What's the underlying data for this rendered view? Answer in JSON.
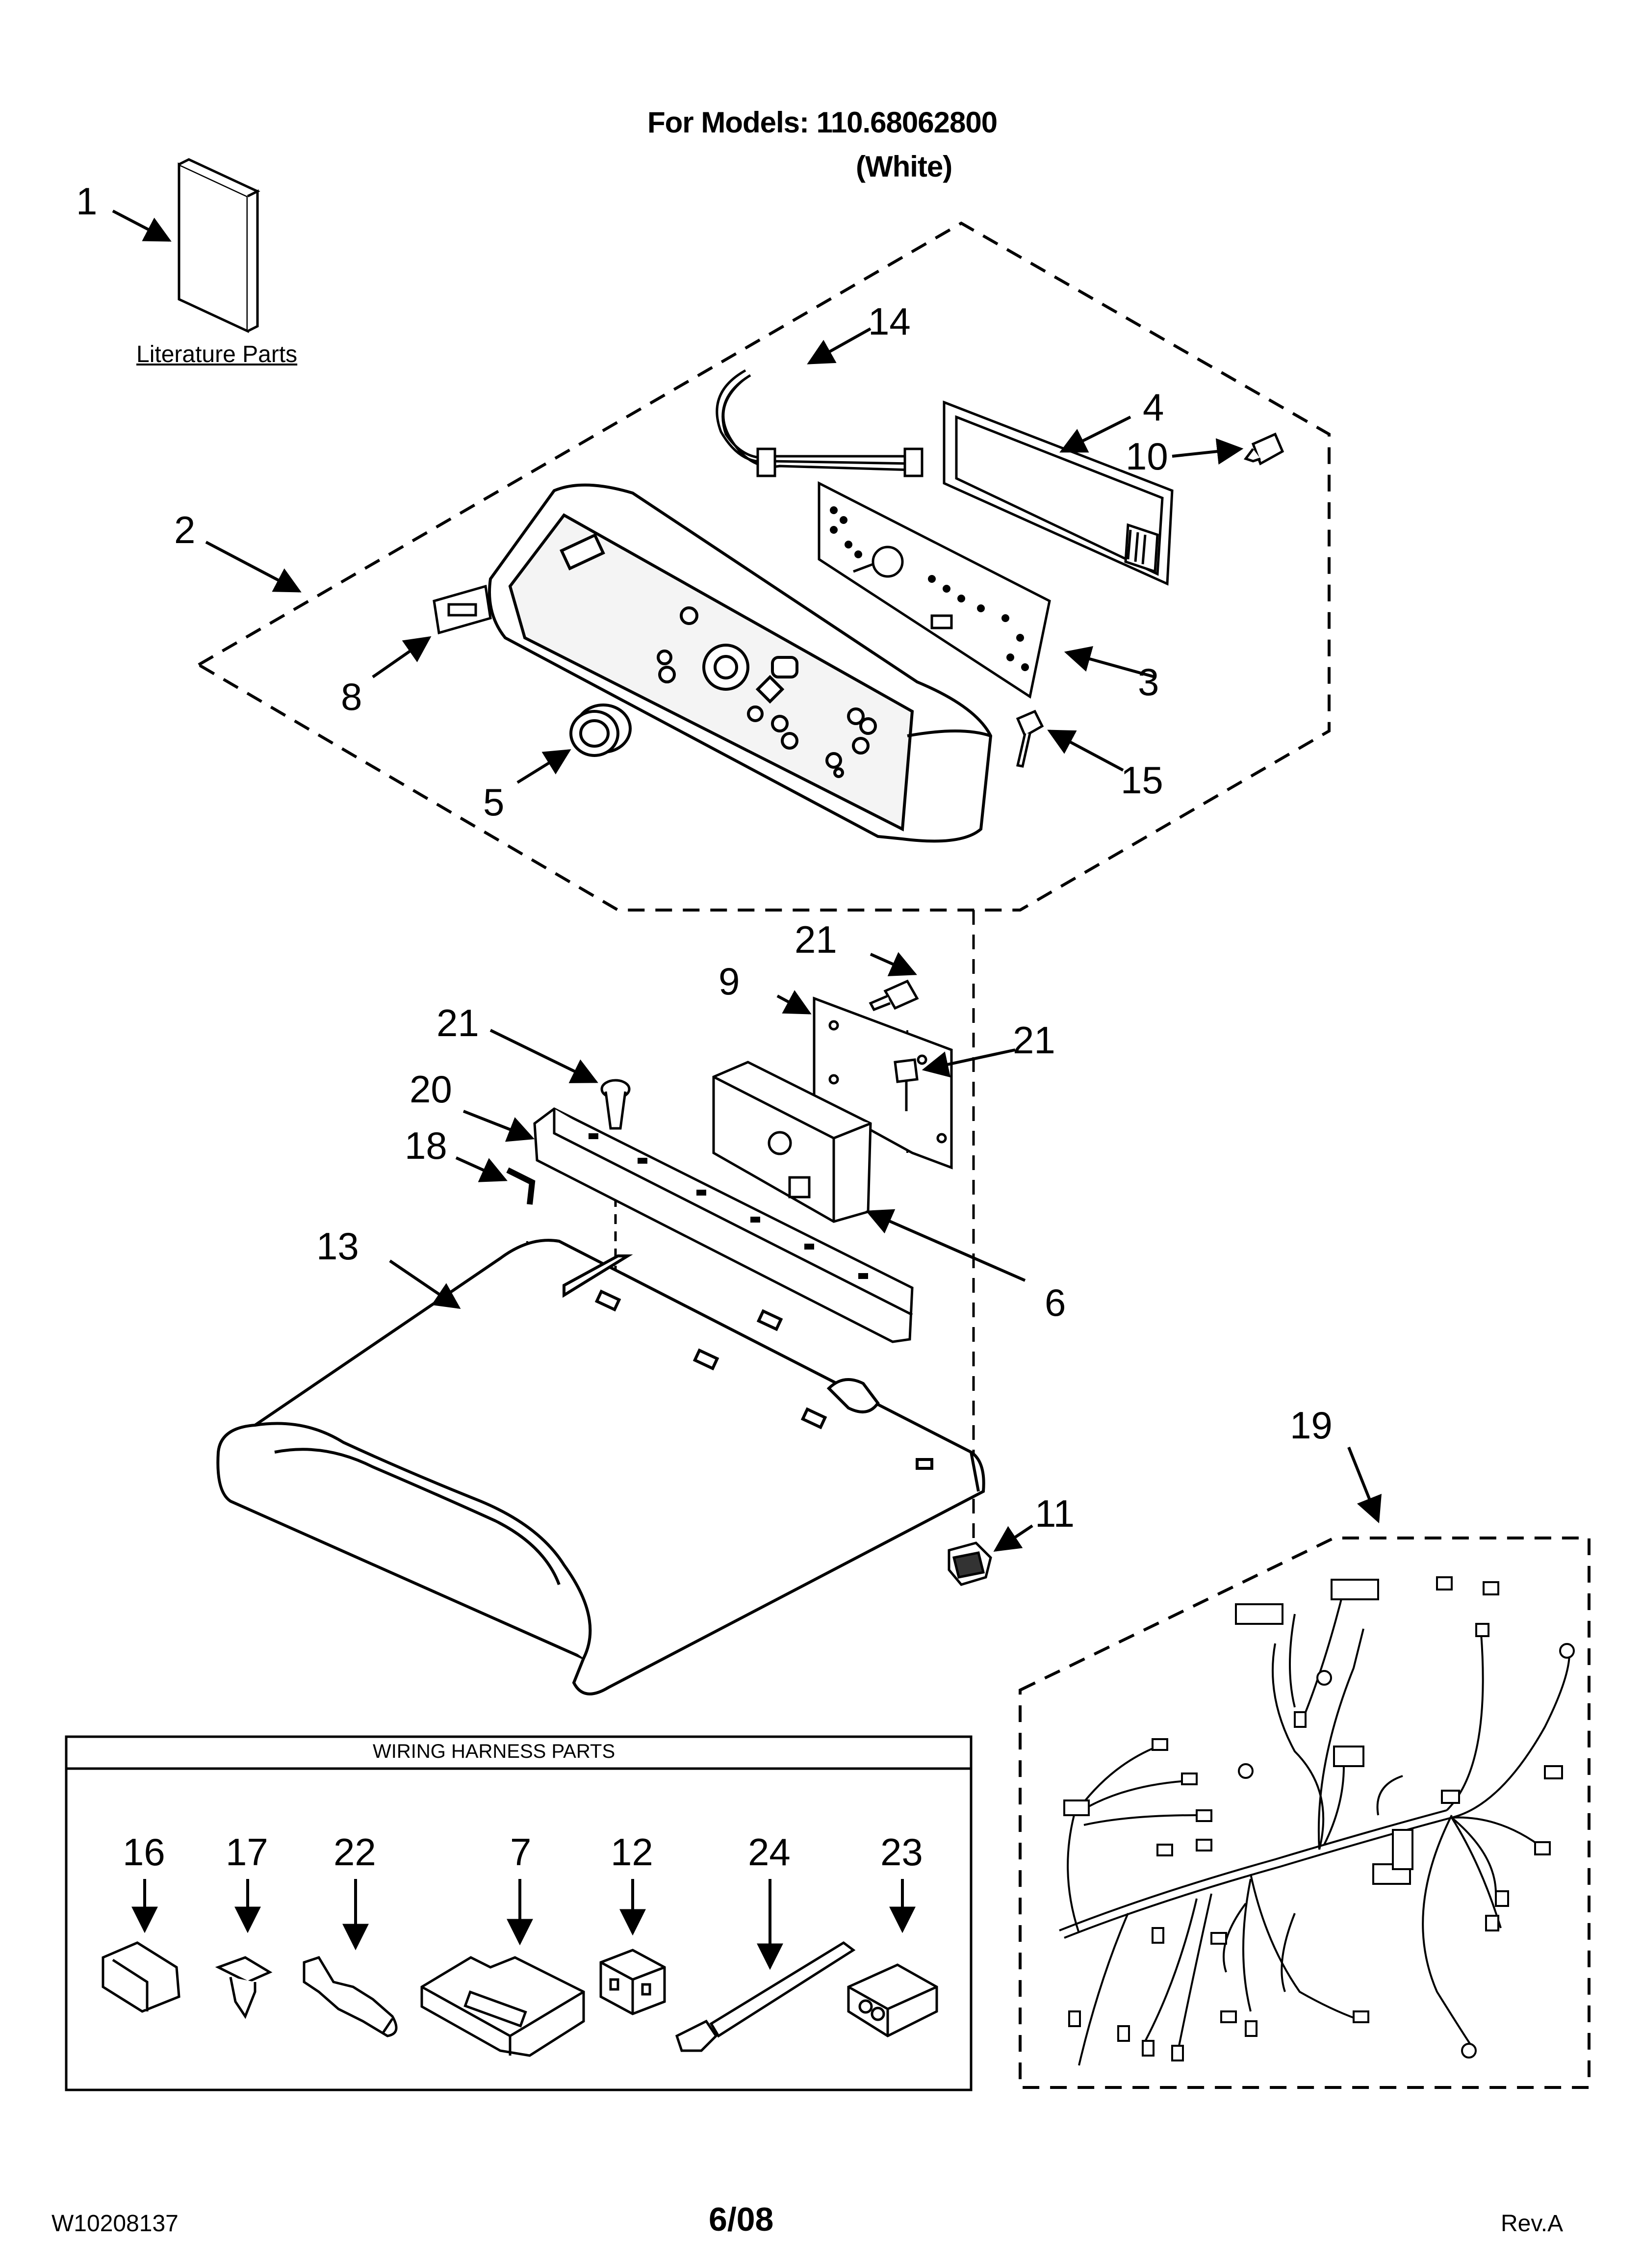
{
  "header": {
    "models": "For Models: 110.68062800",
    "color": "(White)"
  },
  "literature_label": "Literature Parts",
  "callouts": {
    "c1": "1",
    "c2": "2",
    "c3": "3",
    "c4": "4",
    "c5": "5",
    "c6": "6",
    "c8": "8",
    "c9": "9",
    "c10": "10",
    "c11": "11",
    "c13": "13",
    "c14": "14",
    "c15": "15",
    "c18": "18",
    "c19": "19",
    "c20": "20",
    "c21a": "21",
    "c21b": "21",
    "c21c": "21"
  },
  "wiring_harness": {
    "title": "WIRING HARNESS PARTS",
    "parts": [
      "16",
      "17",
      "22",
      "7",
      "12",
      "24",
      "23"
    ]
  },
  "footer": {
    "doc_number": "W10208137",
    "date": "6/08",
    "revision": "Rev.A"
  }
}
